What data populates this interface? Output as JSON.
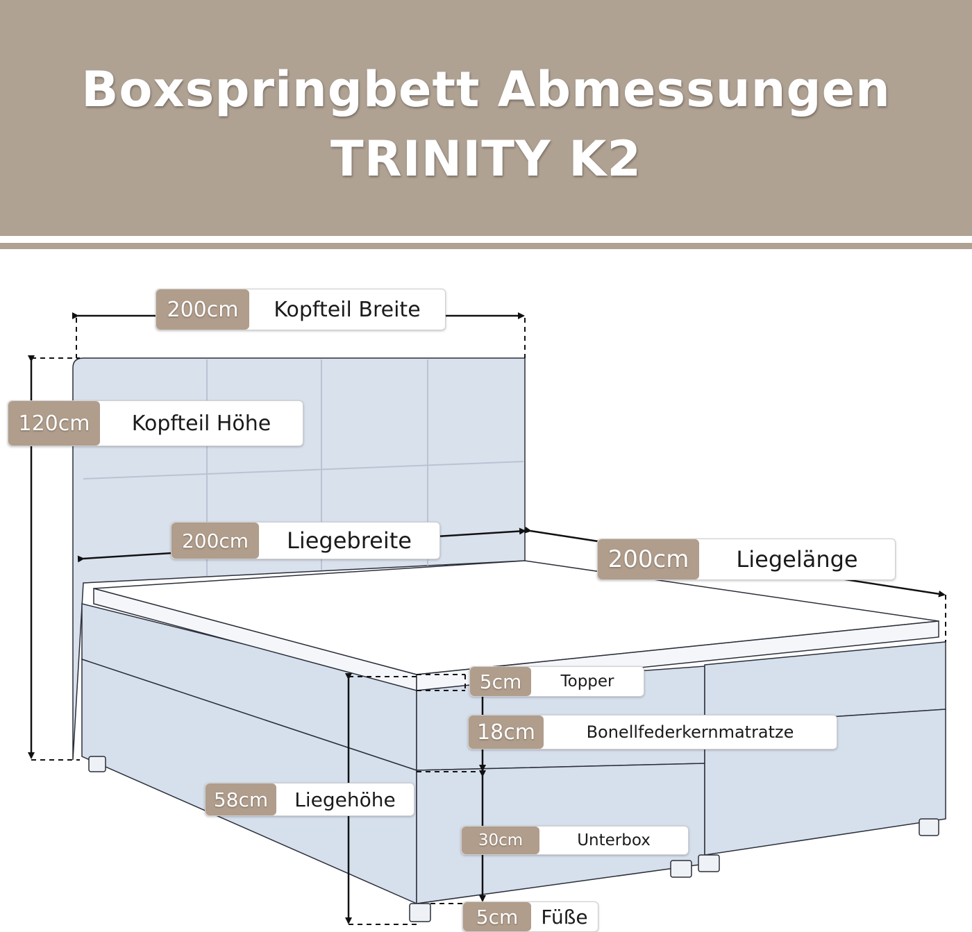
{
  "header": {
    "title_line1": "Boxspringbett Abmessungen",
    "title_line2": "TRINITY K2",
    "background_color": "#b0a293"
  },
  "dimensions": {
    "kopfteil_breite": {
      "value": "200cm",
      "label": "Kopfteil Breite"
    },
    "kopfteil_hoehe": {
      "value": "120cm",
      "label": "Kopfteil Höhe"
    },
    "liegebreite": {
      "value": "200cm",
      "label": "Liegebreite"
    },
    "liegelaenge": {
      "value": "200cm",
      "label": "Liegelänge"
    },
    "topper": {
      "value": "5cm",
      "label": "Topper"
    },
    "matratze": {
      "value": "18cm",
      "label": "Bonellfederkernmatratze"
    },
    "liegehoehe": {
      "value": "58cm",
      "label": "Liegehöhe"
    },
    "unterbox": {
      "value": "30cm",
      "label": "Unterbox"
    },
    "fuesse": {
      "value": "5cm",
      "label": "Füße"
    }
  },
  "colors": {
    "accent": "#b09d8b",
    "bed": "#d9e1ed",
    "outline": "#2a2e38"
  }
}
